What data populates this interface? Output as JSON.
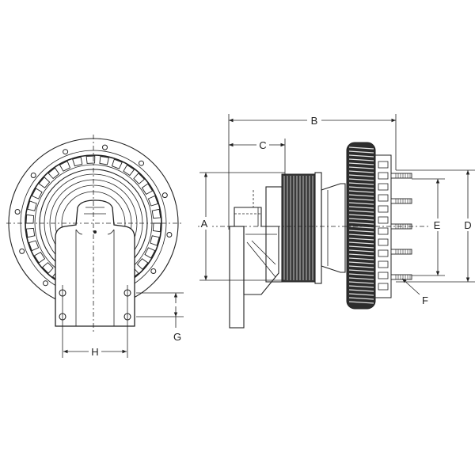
{
  "drawing": {
    "dimension_labels": {
      "a": "A",
      "b": "B",
      "c": "C",
      "d": "D",
      "e": "E",
      "f": "F",
      "g": "G",
      "h": "H"
    },
    "colors": {
      "line": "#222222",
      "background": "#ffffff",
      "shade": "#cfcfcf",
      "dark": "#555555"
    }
  }
}
